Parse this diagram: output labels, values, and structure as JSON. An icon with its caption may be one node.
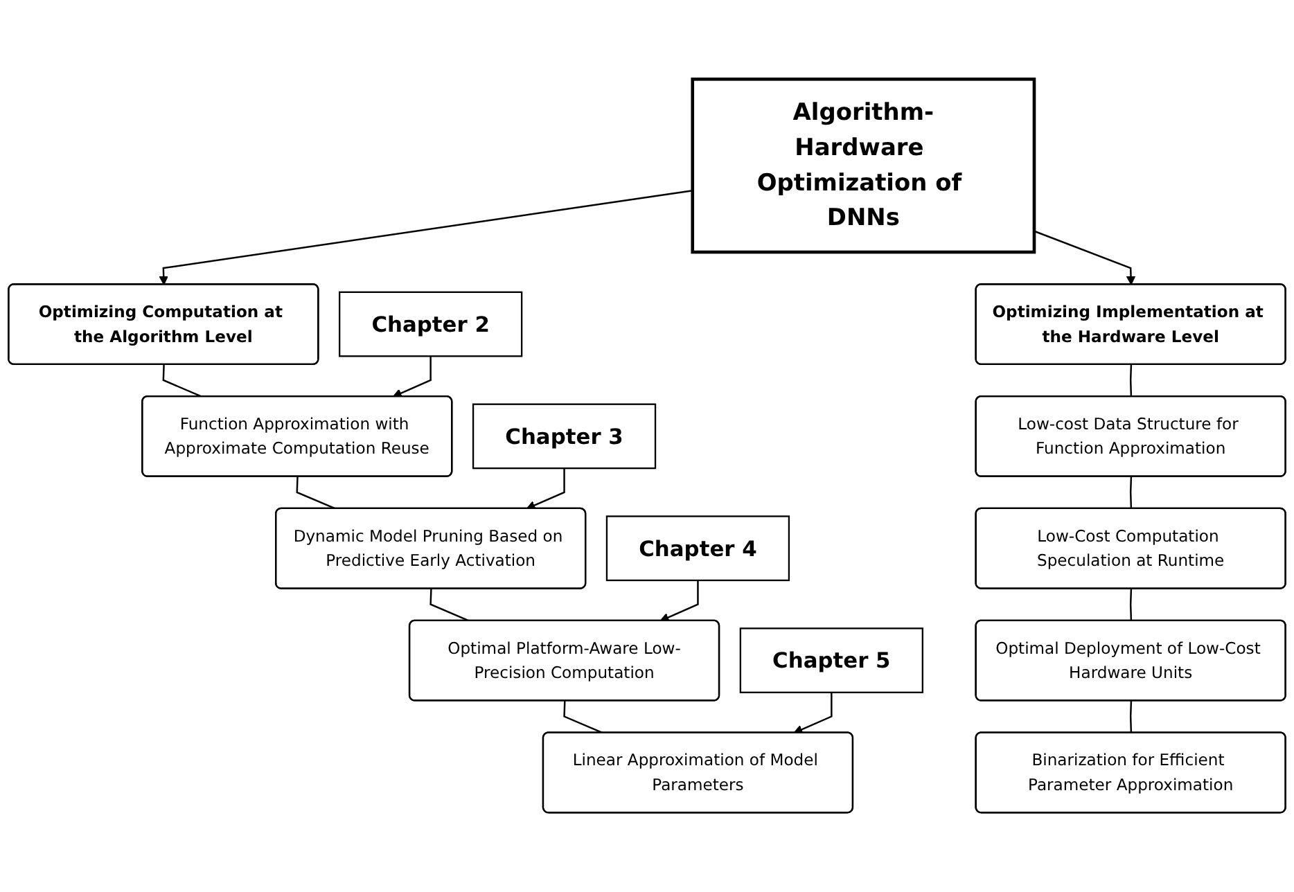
{
  "diagram": {
    "nodes": [
      {
        "text": [
          "Algorithm-Hardware Optimization of DNNs"
        ]
      },
      {
        "text": [
          "Optimizing Computation at the Algorithm Level"
        ]
      },
      {
        "text": [
          "Optimizing Implementation at the Hardware Level"
        ]
      },
      {
        "text": [
          "Chapter 2"
        ]
      },
      {
        "text": [
          "Function Approximation with Approximate Computation Reuse"
        ]
      },
      {
        "text": [
          "Low-cost Data Structure for Function Approximation"
        ]
      },
      {
        "text": [
          "Chapter 3"
        ]
      },
      {
        "text": [
          "Dynamic Model Pruning Based on Predictive Early Activation"
        ]
      },
      {
        "text": [
          "Low-Cost Computation Speculation at Runtime"
        ]
      },
      {
        "text": [
          "Chapter 4"
        ]
      },
      {
        "text": [
          "Optimal Platform-Aware Low-Precision Computation"
        ]
      },
      {
        "text": [
          "Optimal Deployment of Low-Cost Hardware Units"
        ]
      },
      {
        "text": [
          "Chapter 5"
        ]
      },
      {
        "text": [
          "Linear Approximation of Model Parameters"
        ]
      },
      {
        "text": [
          "Binarization for Efficient Parameter Approximation"
        ]
      }
    ],
    "edges": [
      {
        "from": 0,
        "to": 1,
        "arrow": "to"
      },
      {
        "from": 0,
        "to": 2,
        "arrow": "to"
      },
      {
        "from": 1,
        "to": 4,
        "arrow": "none"
      },
      {
        "from": 4,
        "to": 7,
        "arrow": "none"
      },
      {
        "from": 7,
        "to": 10,
        "arrow": "none"
      },
      {
        "from": 10,
        "to": 13,
        "arrow": "none"
      },
      {
        "from": 2,
        "to": 5,
        "arrow": "none"
      },
      {
        "from": 5,
        "to": 8,
        "arrow": "none"
      },
      {
        "from": 8,
        "to": 11,
        "arrow": "none"
      },
      {
        "from": 11,
        "to": 14,
        "arrow": "none"
      },
      {
        "from": 3,
        "to": 4,
        "arrow": "to"
      },
      {
        "from": 6,
        "to": 7,
        "arrow": "to"
      },
      {
        "from": 9,
        "to": 10,
        "arrow": "to"
      },
      {
        "from": 12,
        "to": 13,
        "arrow": "to"
      }
    ]
  }
}
